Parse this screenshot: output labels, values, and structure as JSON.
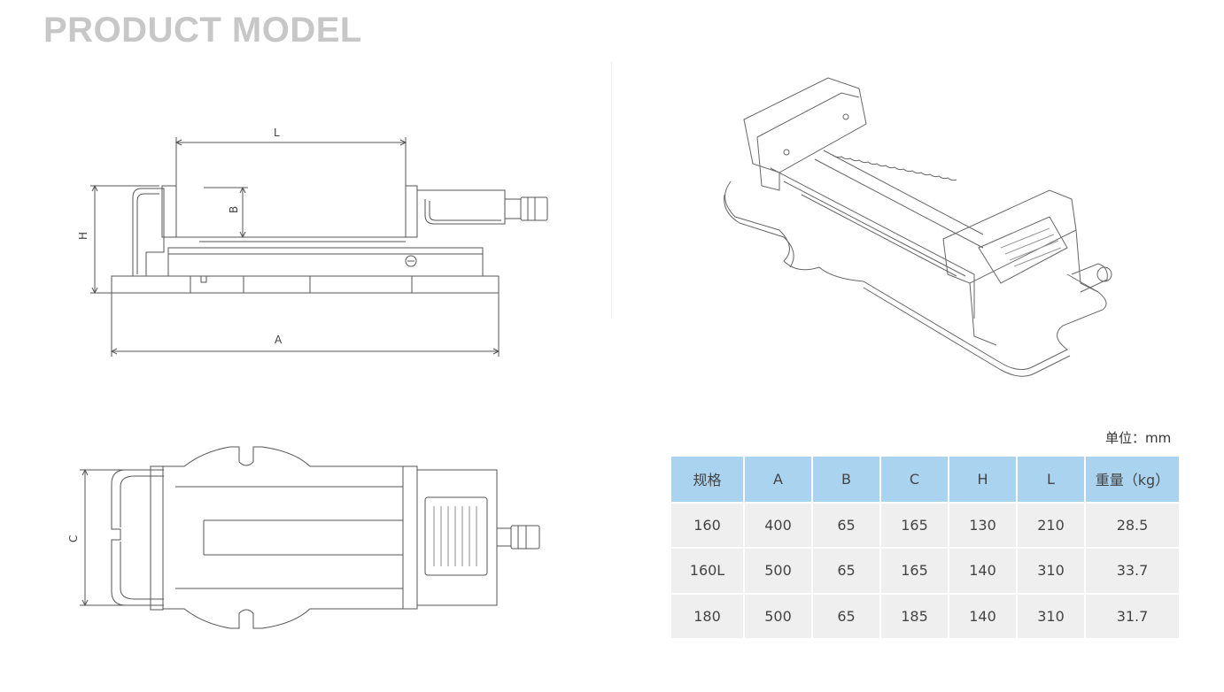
{
  "title": "PRODUCT MODEL",
  "dimension_labels": {
    "L": "L",
    "B": "B",
    "H": "H",
    "A": "A",
    "C": "C"
  },
  "unit_label": "单位：mm",
  "table": {
    "headers": [
      "规格",
      "A",
      "B",
      "C",
      "H",
      "L",
      "重量（kg）"
    ],
    "rows": [
      [
        "160",
        "400",
        "65",
        "165",
        "130",
        "210",
        "28.5"
      ],
      [
        "160L",
        "500",
        "65",
        "165",
        "140",
        "310",
        "33.7"
      ],
      [
        "180",
        "500",
        "65",
        "185",
        "140",
        "310",
        "31.7"
      ]
    ]
  },
  "colors": {
    "title": "#c7c7c7",
    "header_bg": "#a9d3ee",
    "row_bg": "#efefef",
    "line": "#555555"
  }
}
